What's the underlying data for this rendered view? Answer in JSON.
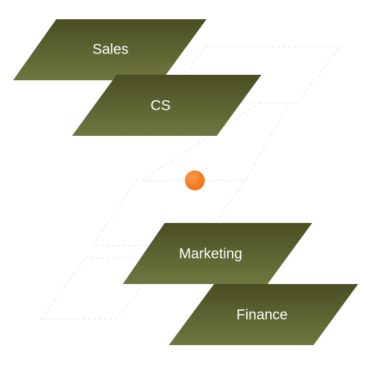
{
  "boxes": [
    {
      "id": "sales",
      "label": "Sales"
    },
    {
      "id": "cs",
      "label": "CS"
    },
    {
      "id": "marketing",
      "label": "Marketing"
    },
    {
      "id": "finance",
      "label": "Finance"
    }
  ],
  "colors": {
    "box_top": "#4a4e22",
    "box_bottom": "#6f7740",
    "hub": "#f47b20",
    "ghost_outline": "#e3e3e3",
    "label": "#ffffff"
  }
}
